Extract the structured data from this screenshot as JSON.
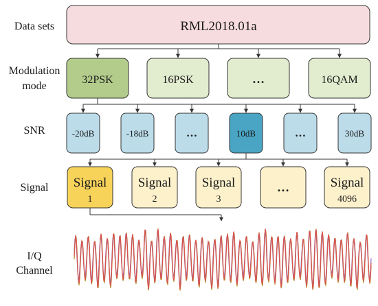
{
  "rows": {
    "datasets_label": "Data sets",
    "modulation_label_line1": "Modulation",
    "modulation_label_line2": "mode",
    "snr_label": "SNR",
    "signal_label": "Signal",
    "iq_label_line1": "I/Q",
    "iq_label_line2": "Channel"
  },
  "dataset": {
    "name": "RML2018.01a",
    "fill": "#f7dcdf"
  },
  "modulation": {
    "boxes": [
      {
        "label": "32PSK",
        "highlight": true
      },
      {
        "label": "16PSK",
        "highlight": false
      },
      {
        "label": "…",
        "highlight": false
      },
      {
        "label": "16QAM",
        "highlight": false
      }
    ],
    "fill": "#e2eccf",
    "highlight_fill": "#b3cc8c"
  },
  "snr": {
    "boxes": [
      {
        "label": "-20dB",
        "highlight": false
      },
      {
        "label": "-18dB",
        "highlight": false
      },
      {
        "label": "…",
        "highlight": false
      },
      {
        "label": "10dB",
        "highlight": true
      },
      {
        "label": "…",
        "highlight": false
      },
      {
        "label": "30dB",
        "highlight": false
      }
    ],
    "fill": "#bcdcea",
    "highlight_fill": "#4aa5c4"
  },
  "signal": {
    "boxes": [
      {
        "line1": "Signal",
        "line2": "1",
        "highlight": true
      },
      {
        "line1": "Signal",
        "line2": "2",
        "highlight": false
      },
      {
        "line1": "Signal",
        "line2": "3",
        "highlight": false
      },
      {
        "line1": "…",
        "line2": "",
        "highlight": false
      },
      {
        "line1": "Signal",
        "line2": "4096",
        "highlight": false
      }
    ],
    "fill": "#fdf1cc",
    "highlight_fill": "#f8d35a"
  },
  "iq_waveform": {
    "colors": [
      "#d9534f",
      "#8a6cc7",
      "#b58a2a"
    ]
  }
}
